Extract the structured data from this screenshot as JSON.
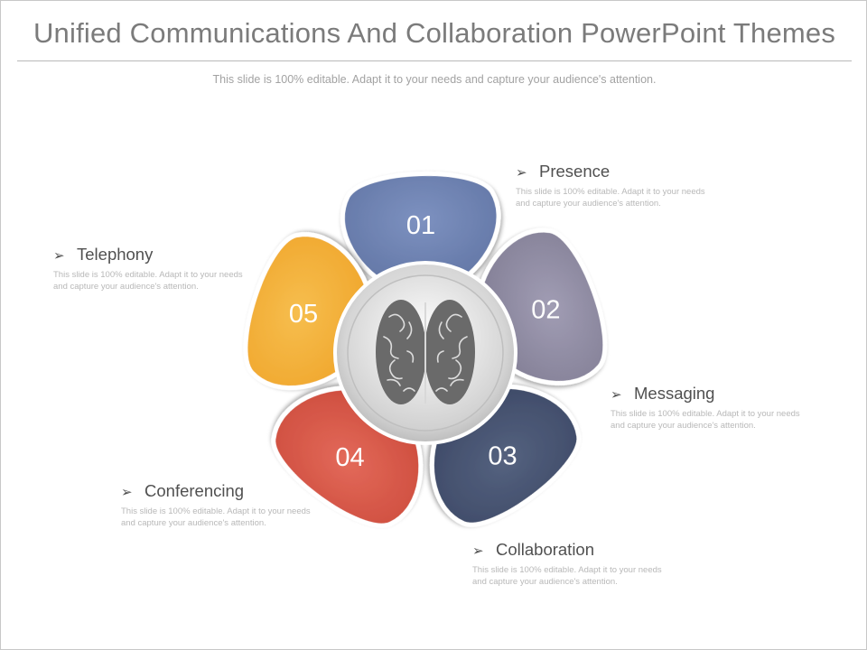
{
  "slide": {
    "title": "Unified Communications And Collaboration PowerPoint Themes",
    "subtitle": "This slide is 100% editable. Adapt it to your needs and capture your audience's attention."
  },
  "petals": [
    {
      "number": "01",
      "color": "#6175a4",
      "color_light": "#7d91c0"
    },
    {
      "number": "02",
      "color": "#817d94",
      "color_light": "#a19db4"
    },
    {
      "number": "03",
      "color": "#3c4866",
      "color_light": "#55627f"
    },
    {
      "number": "04",
      "color": "#cc4a3b",
      "color_light": "#e36a5a"
    },
    {
      "number": "05",
      "color": "#f0a52b",
      "color_light": "#f6be4e"
    }
  ],
  "center": {
    "icon": "brain-icon",
    "color": "#6a6a6a",
    "ring_color": "#d4d4d4"
  },
  "labels": {
    "presence": {
      "heading": "Presence",
      "desc": "This slide is 100% editable. Adapt it to your needs and capture your audience's attention."
    },
    "messaging": {
      "heading": "Messaging",
      "desc": "This slide is 100% editable. Adapt it to your needs and capture your audience's attention."
    },
    "collaboration": {
      "heading": "Collaboration",
      "desc": "This slide is 100% editable. Adapt it to your needs and capture your audience's attention."
    },
    "conferencing": {
      "heading": "Conferencing",
      "desc": "This slide is 100% editable. Adapt it to your needs and capture your audience's attention."
    },
    "telephony": {
      "heading": "Telephony",
      "desc": "This slide is 100% editable. Adapt it to your needs and capture your audience's attention."
    }
  },
  "bullet_icon": "arrowhead-bullet-icon",
  "bullet_glyph": "➢"
}
